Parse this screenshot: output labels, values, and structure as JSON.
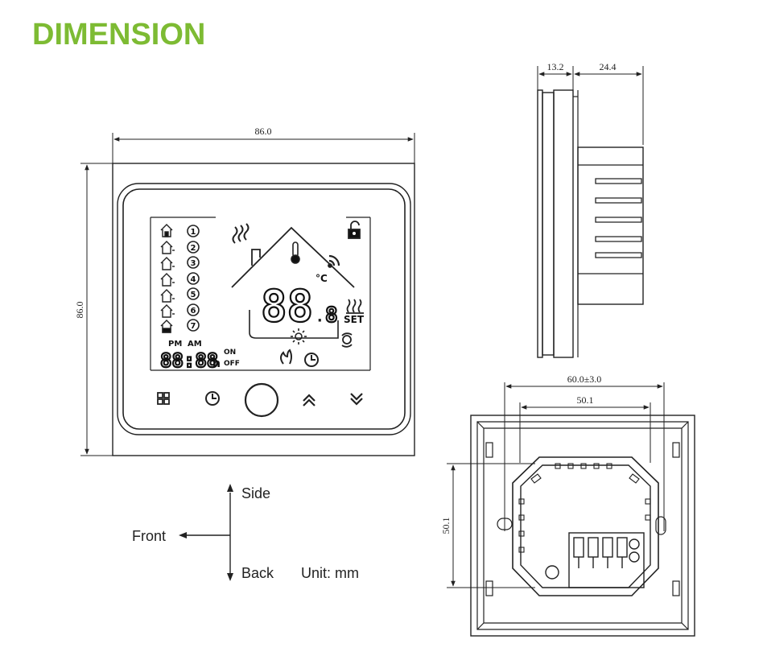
{
  "title": "DIMENSION",
  "front_view": {
    "width_label": "86.0",
    "height_label": "86.0",
    "lcd": {
      "temp_digits": "88",
      "decimal_digit": "8",
      "unit": "°C",
      "set_label": "SET",
      "pm_label": "PM",
      "am_label": "AM",
      "clock_digits": "88:88",
      "hour_suffix": "h",
      "on_label": "ON",
      "off_label": "OFF",
      "program_numbers": [
        "1",
        "2",
        "3",
        "4",
        "5",
        "6",
        "7"
      ]
    },
    "buttons": [
      "menu-icon",
      "clock-icon",
      "power-button",
      "up-chevron-icon",
      "down-chevron-icon"
    ]
  },
  "side_view": {
    "front_depth_label": "13.2",
    "back_depth_label": "24.4"
  },
  "back_view": {
    "outer_width_label": "60.0±3.0",
    "inner_width_label": "50.1",
    "height_label": "50.1"
  },
  "orientation_legend": {
    "side": "Side",
    "front": "Front",
    "back": "Back",
    "unit": "Unit: mm"
  },
  "colors": {
    "title": "#7dbb33",
    "line": "#222222"
  }
}
